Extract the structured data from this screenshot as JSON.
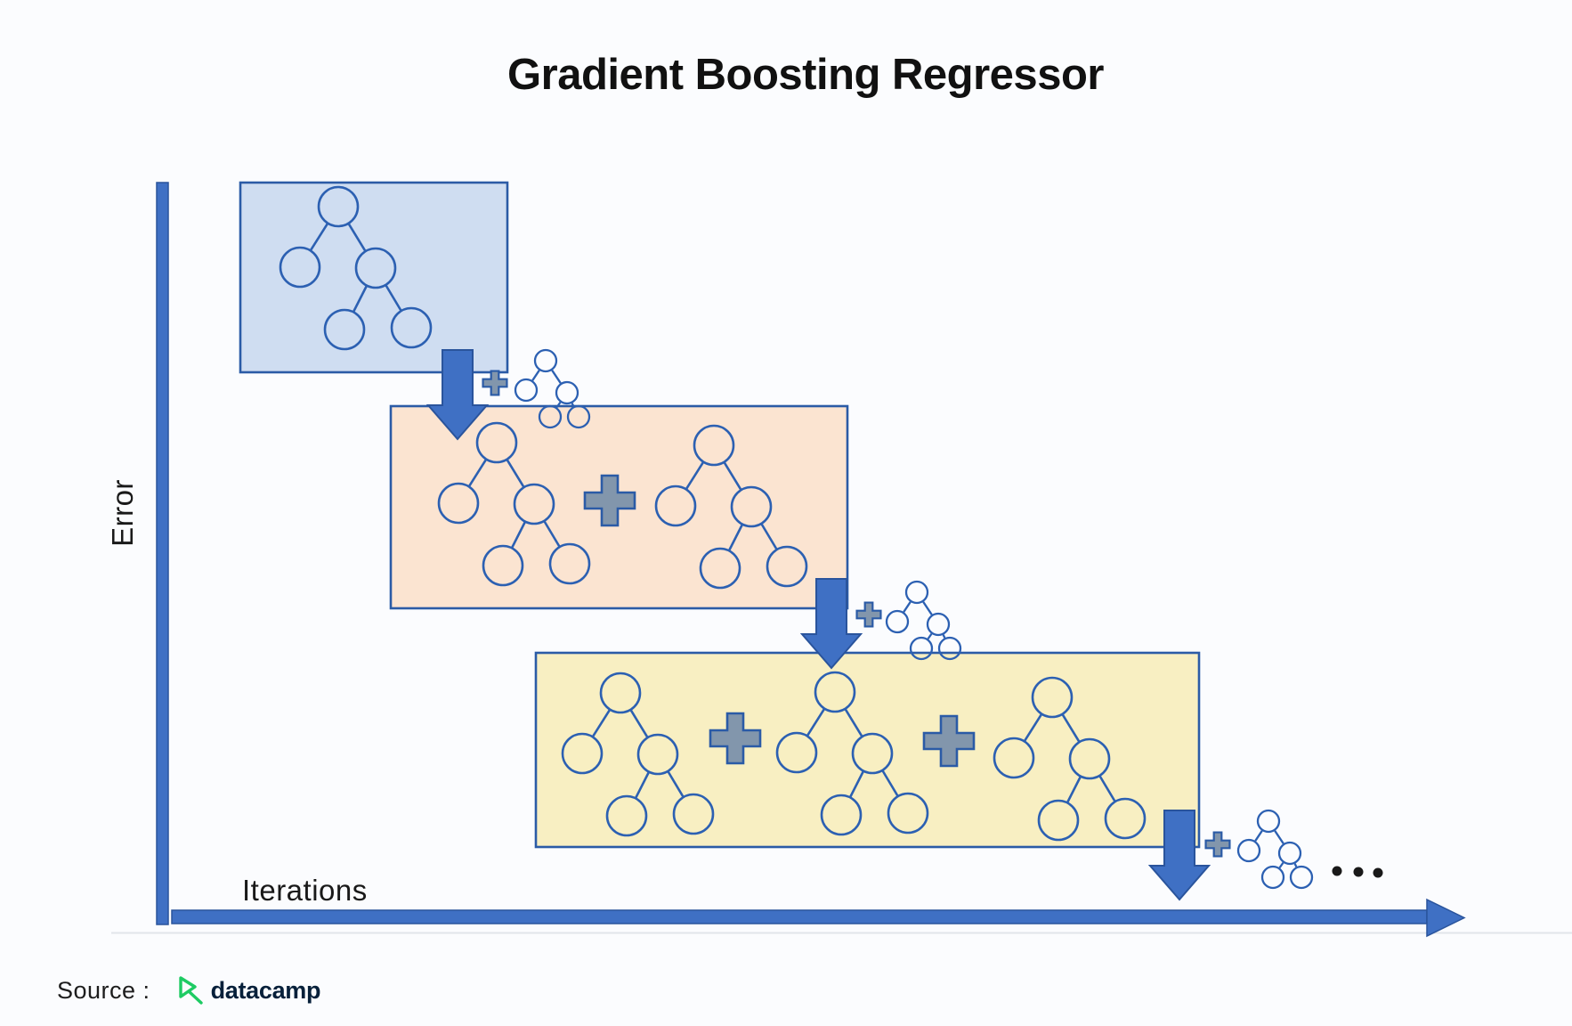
{
  "title": "Gradient Boosting Regressor",
  "axes": {
    "y_label": "Error",
    "x_label": "Iterations"
  },
  "source": {
    "prefix": "Source :",
    "brand": "datacamp"
  },
  "diagram": {
    "type": "gradient-boosting-stages",
    "stages": [
      {
        "id": "stage-1",
        "tree_count": 1,
        "fill": "#cfddf1"
      },
      {
        "id": "stage-2",
        "tree_count": 2,
        "fill": "#fbe4d1"
      },
      {
        "id": "stage-3",
        "tree_count": 3,
        "fill": "#f8efc2"
      }
    ]
  },
  "colors": {
    "axis_blue": "#3f70c4",
    "axis_blue_dark": "#2a549c",
    "box_border": "#2b5ba6",
    "tree_stroke": "#2c60b2",
    "plus_fill": "#8296ac",
    "dots": "#191919",
    "faint_line": "#e2e5ea",
    "brand_green": "#1ecb63",
    "brand_navy": "#07203a"
  }
}
